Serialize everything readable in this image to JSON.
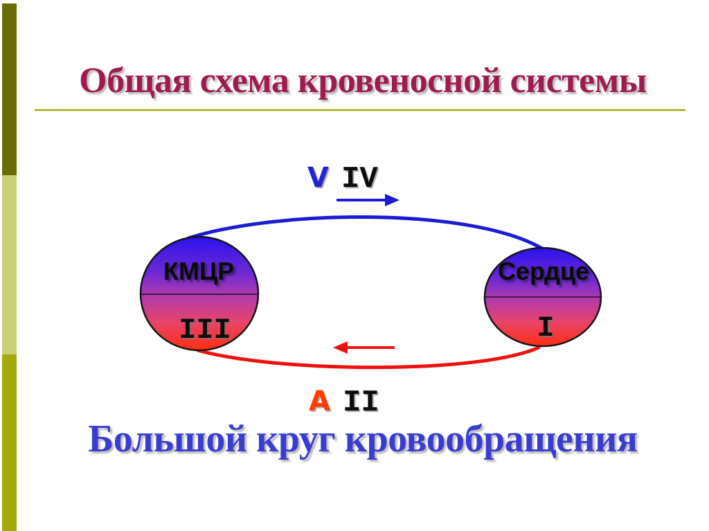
{
  "slide": {
    "title": "Общая схема кровеносной системы",
    "caption": "Большой круг кровообращения"
  },
  "diagram": {
    "left_node": {
      "name": "КМЦР",
      "numeral": "III"
    },
    "right_node": {
      "name": "Сердце",
      "numeral": "I"
    },
    "top_flow": {
      "letter": "V",
      "numeral": "IV",
      "direction": "right"
    },
    "bottom_flow": {
      "letter": "A",
      "numeral": "II",
      "direction": "left"
    }
  },
  "colors": {
    "title_text": "#9e1b50",
    "caption_text": "#3a3ccf",
    "accent_olive": "#a3a909",
    "sidebar_dark": "#6c6c04",
    "sidebar_light": "#cbcf73",
    "sidebar_medium": "#a3a909",
    "vein_blue": "#1b1bd4",
    "artery_red": "#ee1111",
    "node_outline": "#141414",
    "node_gradient": [
      "#2b11ee",
      "#6f2ad2",
      "#b13aaf",
      "#e84467",
      "#ff2d12"
    ]
  }
}
